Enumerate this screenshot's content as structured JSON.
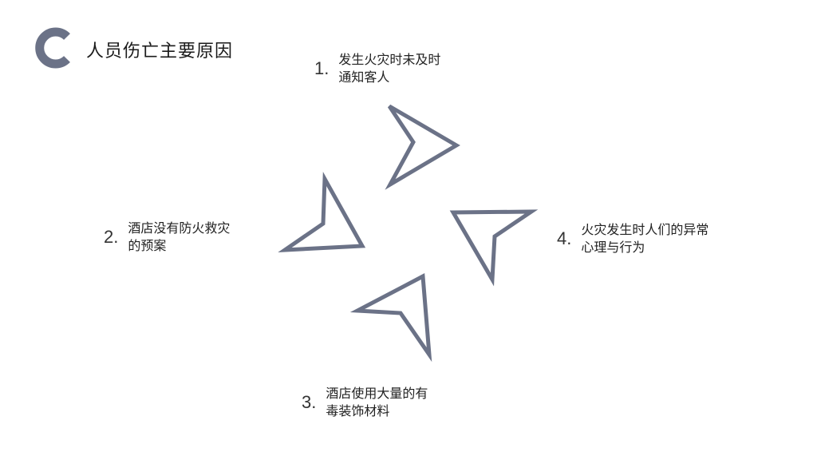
{
  "slide": {
    "logo_letter": "C",
    "title": "人员伤亡主要原因",
    "accent_color": "#6b7287"
  },
  "items": [
    {
      "number": "1.",
      "text": "发生火灾时未及时\n通知客人"
    },
    {
      "number": "2.",
      "text": "酒店没有防火救灾\n的预案"
    },
    {
      "number": "3.",
      "text": "酒店使用大量的有\n毒装饰材料"
    },
    {
      "number": "4.",
      "text": "火灾发生时人们的异常\n心理与行为"
    }
  ],
  "icons": [
    "arrow-up-right-icon",
    "arrow-up-left-icon",
    "arrow-down-left-icon",
    "arrow-down-right-icon"
  ]
}
